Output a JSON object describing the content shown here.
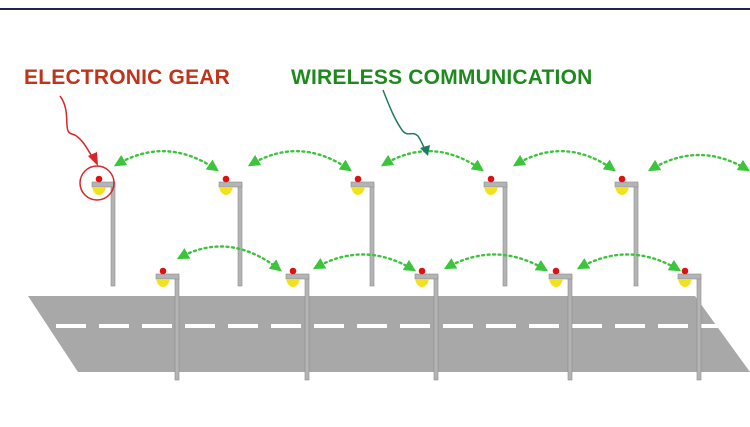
{
  "labels": {
    "electronic_gear": "ELECTRONIC GEAR",
    "wireless_communication": "WIRELESS COMMUNICATION"
  },
  "colors": {
    "top_rule": "#1f2350",
    "electronic_label": "#c0341c",
    "wireless_label": "#1e8a1e",
    "callout_red": "#d8262a",
    "callout_teal": "#1f7a63",
    "wireless_arrow": "#3cc43c",
    "road": "#a8a8a8",
    "road_lane": "#ffffff",
    "pole": "#b4b4b4",
    "pole_edge": "#8c8c8c",
    "lamp_light": "#f2e21e",
    "device_dot": "#e01010"
  },
  "counts": {
    "back_row_lamps": 5,
    "front_row_lamps": 5
  },
  "icons": {
    "streetlight": "streetlight-icon",
    "device": "device-node-icon",
    "link": "bidirectional-dotted-arrow"
  }
}
